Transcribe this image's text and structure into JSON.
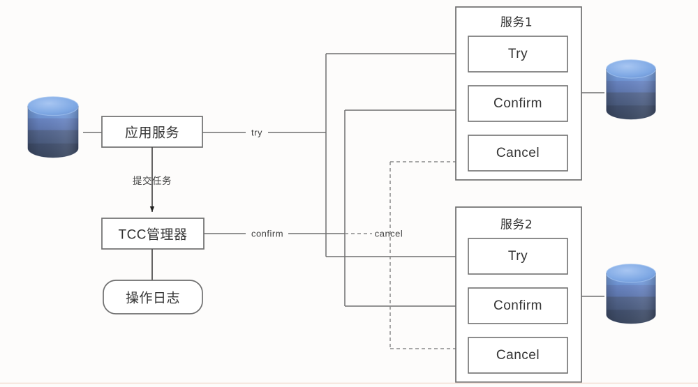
{
  "diagram": {
    "type": "flow-architecture",
    "title_visible": false,
    "background_color": "#fdfcfb",
    "stroke_color": "#6f6f6f",
    "text_color": "#333333",
    "nodes": {
      "app_service": {
        "label": "应用服务",
        "shape": "rectangle"
      },
      "tcc_manager": {
        "label": "TCC管理器",
        "shape": "rectangle"
      },
      "operation_log": {
        "label": "操作日志",
        "shape": "rounded-rectangle"
      },
      "service1": {
        "label": "服务1",
        "shape": "group-container"
      },
      "service2": {
        "label": "服务2",
        "shape": "group-container"
      },
      "service1_try": {
        "label": "Try",
        "shape": "rectangle"
      },
      "service1_confirm": {
        "label": "Confirm",
        "shape": "rectangle"
      },
      "service1_cancel": {
        "label": "Cancel",
        "shape": "rectangle"
      },
      "service2_try": {
        "label": "Try",
        "shape": "rectangle"
      },
      "service2_confirm": {
        "label": "Confirm",
        "shape": "rectangle"
      },
      "service2_cancel": {
        "label": "Cancel",
        "shape": "rectangle"
      }
    },
    "databases": {
      "app_db": {
        "name": "application-database-cylinder"
      },
      "service1_db": {
        "name": "service1-database-cylinder"
      },
      "service2_db": {
        "name": "service2-database-cylinder"
      }
    },
    "edge_labels": {
      "try": "try",
      "confirm": "confirm",
      "cancel": "cancel",
      "submit_task": "提交任务"
    },
    "edges": [
      {
        "from": "app_db",
        "to": "app_service",
        "style": "solid",
        "arrow": false
      },
      {
        "from": "app_service",
        "to": "tcc_manager",
        "label": "提交任务",
        "style": "solid",
        "arrow": true
      },
      {
        "from": "tcc_manager",
        "to": "operation_log",
        "style": "solid",
        "arrow": false
      },
      {
        "from": "app_service",
        "to": "service1_try",
        "label": "try",
        "style": "solid",
        "arrow": true
      },
      {
        "from": "app_service",
        "to": "service2_try",
        "label": "try",
        "style": "solid",
        "arrow": true
      },
      {
        "from": "tcc_manager",
        "to": "service1_confirm",
        "label": "confirm",
        "style": "solid",
        "arrow": true
      },
      {
        "from": "tcc_manager",
        "to": "service2_confirm",
        "label": "confirm",
        "style": "solid",
        "arrow": true
      },
      {
        "from": "tcc_manager",
        "to": "service1_cancel",
        "label": "cancel",
        "style": "dashed",
        "arrow": true
      },
      {
        "from": "tcc_manager",
        "to": "service2_cancel",
        "label": "cancel",
        "style": "dashed",
        "arrow": true
      },
      {
        "from": "service1",
        "to": "service1_db",
        "style": "solid",
        "arrow": false
      },
      {
        "from": "service2",
        "to": "service2_db",
        "style": "solid",
        "arrow": false
      }
    ],
    "colors": {
      "db_top": "#7aa3e0",
      "db_band1": "#6f8fd0",
      "db_band2": "#5b6ea6",
      "db_band3": "#46587e",
      "db_bottom": "#3b4a68",
      "line": "#6f6f6f",
      "dashed_line": "#8a8a8a",
      "footer_rule": "#f0d8cc"
    }
  }
}
